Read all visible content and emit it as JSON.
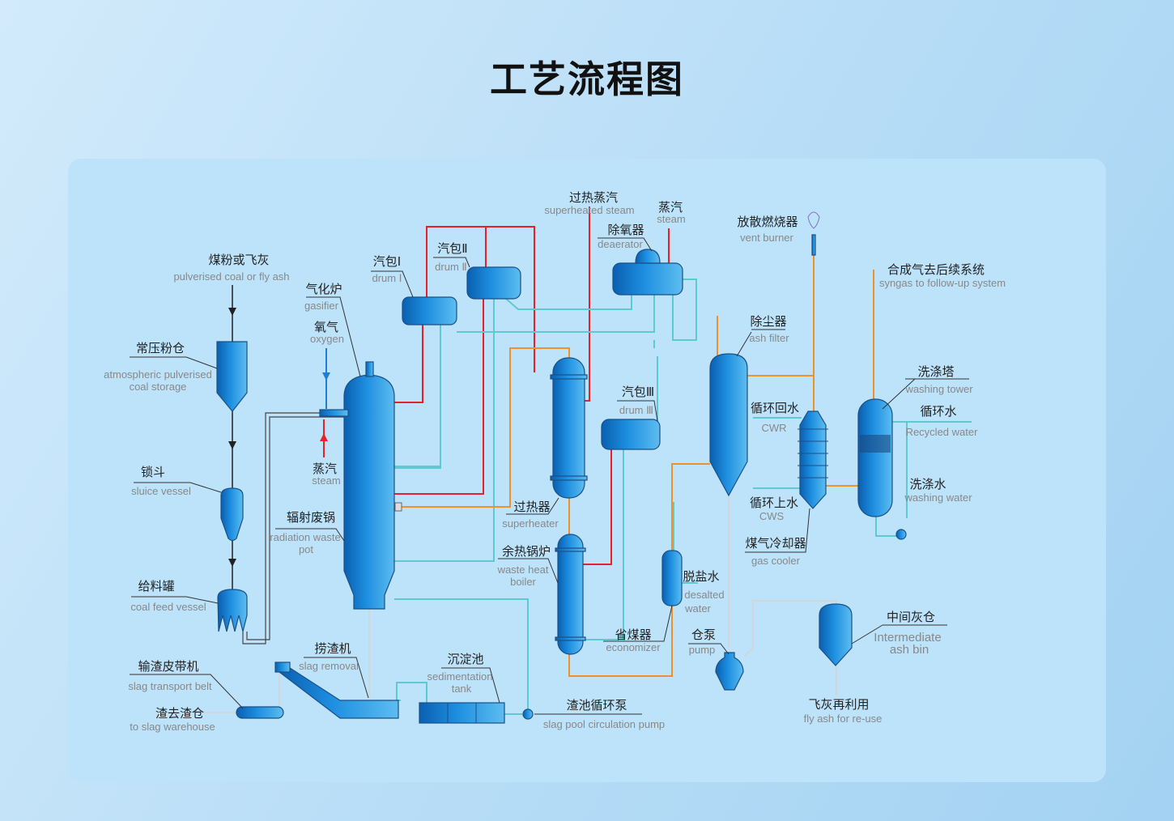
{
  "title": "工艺流程图",
  "labels": {
    "coal_input": {
      "cn": "煤粉或飞灰",
      "en": "pulverised coal or fly ash"
    },
    "storage": {
      "cn": "常压粉仓",
      "en": "atmospheric pulverised",
      "en2": "coal storage"
    },
    "sluice": {
      "cn": "锁斗",
      "en": "sluice vessel"
    },
    "feed": {
      "cn": "给料罐",
      "en": "coal feed vessel"
    },
    "gasifier": {
      "cn": "气化炉",
      "en": "gasifier"
    },
    "oxygen": {
      "cn": "氧气",
      "en": "oxygen"
    },
    "steam_in": {
      "cn": "蒸汽",
      "en": "steam"
    },
    "radiation": {
      "cn": "辐射废锅",
      "en": "radiation waste",
      "en2": "pot"
    },
    "drum1": {
      "cn": "汽包Ⅰ",
      "en": "drum Ⅰ"
    },
    "drum2": {
      "cn": "汽包Ⅱ",
      "en": "drum Ⅱ"
    },
    "drum3": {
      "cn": "汽包Ⅲ",
      "en": "drum Ⅲ"
    },
    "superheated": {
      "cn": "过热蒸汽",
      "en": "superheated steam"
    },
    "steam_top": {
      "cn": "蒸汽",
      "en": "steam"
    },
    "deaerator": {
      "cn": "除氧器",
      "en": "deaerator"
    },
    "superheater": {
      "cn": "过热器",
      "en": "superheater"
    },
    "wasteheat": {
      "cn": "余热锅炉",
      "en": "waste heat",
      "en2": "boiler"
    },
    "economizer": {
      "cn": "省煤器",
      "en": "economizer"
    },
    "desalted": {
      "cn": "脱盐水",
      "en": "desalted",
      "en2": "water"
    },
    "vent": {
      "cn": "放散燃烧器",
      "en": "vent burner"
    },
    "ashfilter": {
      "cn": "除尘器",
      "en": "ash filter"
    },
    "cwr": {
      "cn": "循环回水",
      "en": "CWR"
    },
    "cws": {
      "cn": "循环上水",
      "en": "CWS"
    },
    "gascooler": {
      "cn": "煤气冷却器",
      "en": "gas cooler"
    },
    "syngas": {
      "cn": "合成气去后续系统",
      "en": "syngas to follow-up system"
    },
    "washtower": {
      "cn": "洗涤塔",
      "en": "washing tower"
    },
    "recycled": {
      "cn": "循环水",
      "en": "Recycled water"
    },
    "washwater": {
      "cn": "洗涤水",
      "en": "washing water"
    },
    "pump": {
      "cn": "仓泵",
      "en": "pump"
    },
    "ashbin": {
      "cn": "中间灰仓",
      "en": "Intermediate",
      "en2": "ash bin"
    },
    "flyash": {
      "cn": "飞灰再利用",
      "en": "fly ash for re-use"
    },
    "slagremoval": {
      "cn": "捞渣机",
      "en": "slag removal"
    },
    "sedimentation": {
      "cn": "沉淀池",
      "en": "sedimentation",
      "en2": "tank"
    },
    "slagbelt": {
      "cn": "输渣皮带机",
      "en": "slag transport belt"
    },
    "slagwarehouse": {
      "cn": "渣去渣仓",
      "en": "to slag warehouse"
    },
    "slagpump": {
      "cn": "渣池循环泵",
      "en": "slag pool circulation pump"
    }
  },
  "colors": {
    "water": "#5fc8d0",
    "steam": "#e8202a",
    "gas": "#f0902a",
    "vessel": "#1e8fe0"
  }
}
